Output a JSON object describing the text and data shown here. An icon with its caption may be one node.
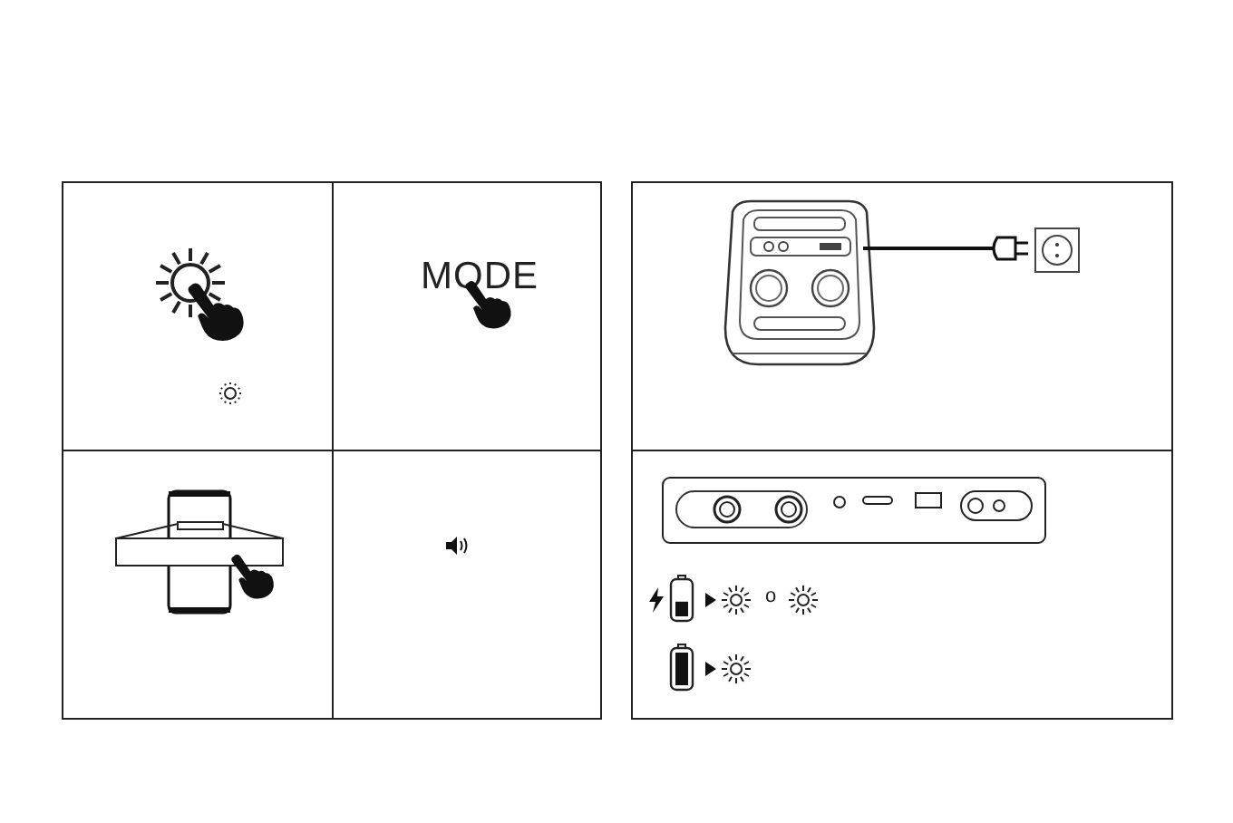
{
  "diagram": {
    "nodes": [
      {
        "text": [],
        "shape": "box"
      },
      {
        "text": [
          "MODE"
        ]
      },
      {
        "text": [],
        "shape": "box"
      },
      {
        "text": [],
        "shape": "box"
      },
      {
        "text": [],
        "shape": "box"
      },
      {
        "text": [
          "o"
        ]
      }
    ],
    "edges": []
  }
}
